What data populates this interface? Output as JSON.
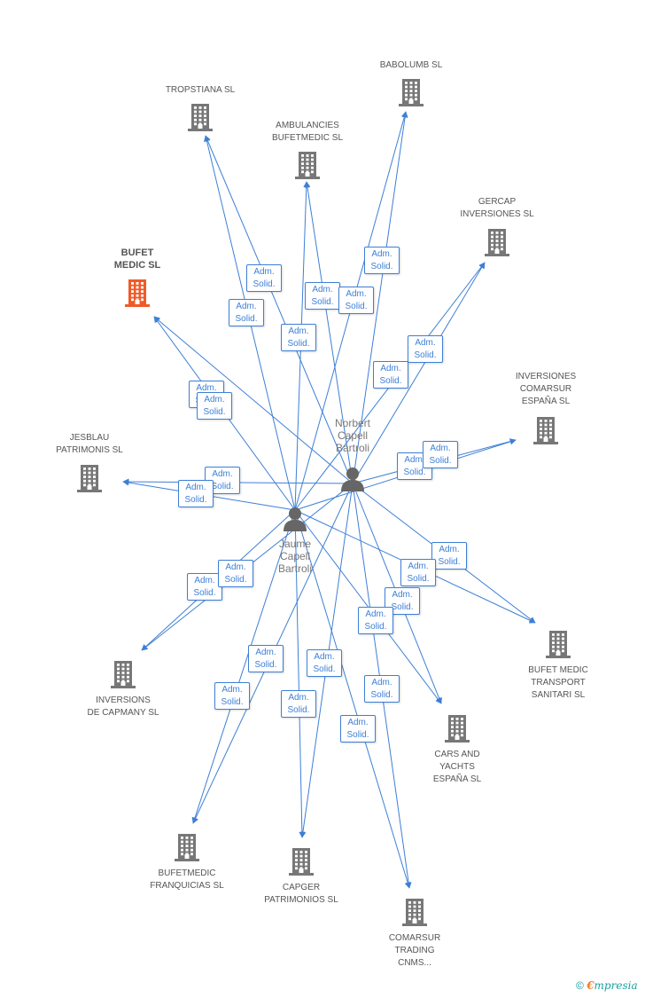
{
  "colors": {
    "edge": "#3d7fd6",
    "building": "#777777",
    "focus": "#f05a28",
    "person": "#666666"
  },
  "companies": [
    {
      "id": "bufet-medic",
      "label": "BUFET\nMEDIC SL",
      "focus": true
    },
    {
      "id": "tropstiana",
      "label": "TROPSTIANA SL"
    },
    {
      "id": "ambulancies",
      "label": "AMBULANCIES\nBUFETMEDIC  SL"
    },
    {
      "id": "babolumb",
      "label": "BABOLUMB SL"
    },
    {
      "id": "gercap",
      "label": "GERCAP\nINVERSIONES SL"
    },
    {
      "id": "inv-comarsur",
      "label": "INVERSIONES\nCOMARSUR\nESPAÑA SL"
    },
    {
      "id": "jesblau",
      "label": "JESBLAU\nPATRIMONIS SL"
    },
    {
      "id": "inv-capmany",
      "label": "INVERSIONS\nDE CAPMANY SL"
    },
    {
      "id": "bufet-transport",
      "label": "BUFET MEDIC\nTRANSPORT\nSANITARI SL"
    },
    {
      "id": "cars-yachts",
      "label": "CARS AND\nYACHTS\nESPAÑA SL"
    },
    {
      "id": "bufetmedic-franq",
      "label": "BUFETMEDIC\nFRANQUICIAS SL"
    },
    {
      "id": "capger",
      "label": "CAPGER\nPATRIMONIOS SL"
    },
    {
      "id": "comarsur-trading",
      "label": "COMARSUR\nTRADING\nCNMS..."
    }
  ],
  "persons": [
    {
      "id": "norbert",
      "label": "Norbert\nCapell\nBartroli"
    },
    {
      "id": "jaume",
      "label": "Jaume\nCapell\nBartroli"
    }
  ],
  "edge_label": "Adm.\nSolid.",
  "edges": [
    {
      "from": "jaume",
      "to": "bufet-medic"
    },
    {
      "from": "norbert",
      "to": "bufet-medic"
    },
    {
      "from": "jaume",
      "to": "tropstiana"
    },
    {
      "from": "norbert",
      "to": "tropstiana"
    },
    {
      "from": "jaume",
      "to": "ambulancies"
    },
    {
      "from": "norbert",
      "to": "ambulancies"
    },
    {
      "from": "jaume",
      "to": "babolumb"
    },
    {
      "from": "norbert",
      "to": "babolumb"
    },
    {
      "from": "jaume",
      "to": "gercap"
    },
    {
      "from": "norbert",
      "to": "gercap"
    },
    {
      "from": "jaume",
      "to": "inv-comarsur"
    },
    {
      "from": "norbert",
      "to": "inv-comarsur"
    },
    {
      "from": "jaume",
      "to": "jesblau"
    },
    {
      "from": "norbert",
      "to": "jesblau"
    },
    {
      "from": "jaume",
      "to": "inv-capmany"
    },
    {
      "from": "norbert",
      "to": "inv-capmany"
    },
    {
      "from": "jaume",
      "to": "bufet-transport"
    },
    {
      "from": "norbert",
      "to": "bufet-transport"
    },
    {
      "from": "jaume",
      "to": "cars-yachts"
    },
    {
      "from": "norbert",
      "to": "cars-yachts"
    },
    {
      "from": "jaume",
      "to": "bufetmedic-franq"
    },
    {
      "from": "norbert",
      "to": "bufetmedic-franq"
    },
    {
      "from": "jaume",
      "to": "capger"
    },
    {
      "from": "norbert",
      "to": "capger"
    },
    {
      "from": "jaume",
      "to": "comarsur-trading"
    },
    {
      "from": "norbert",
      "to": "comarsur-trading"
    }
  ],
  "footer": {
    "copyright": "©",
    "brand_e": "€",
    "brand_rest": "mpresia"
  }
}
